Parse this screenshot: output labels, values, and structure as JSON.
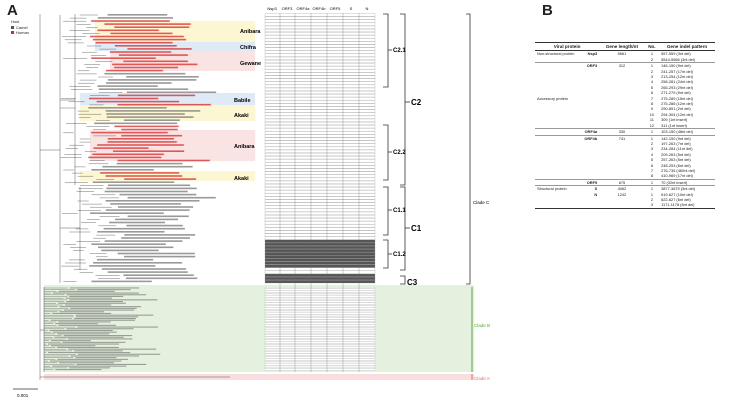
{
  "panels": {
    "a": "A",
    "b": "B"
  },
  "legend": {
    "title": "Host",
    "items": [
      {
        "label": "Camel",
        "color": "#555555"
      },
      {
        "label": "Human",
        "color": "#d62828"
      }
    ]
  },
  "gene_columns": [
    "Nsp3",
    "ORF3",
    "ORF4a",
    "ORF4b",
    "ORF5",
    "S",
    "N"
  ],
  "bracket_labels": {
    "c2": "C2",
    "c2_1": "C2.1",
    "c2_2": "C2.2",
    "c1": "C1",
    "c1_1": "C1.1",
    "c1_2": "C1.2",
    "c3": "C3",
    "clade_c": "Clade C",
    "clade_b": "Clade B",
    "clade_a": "Clade A"
  },
  "region_labels": {
    "anibara_1": "Anibara",
    "chifra": "Chifra",
    "gewane": "Gewane",
    "babile": "Babile",
    "akaki_1": "Akaki",
    "anibara_2": "Anibara",
    "akaki_2": "Akaki"
  },
  "scale_bar": "0.001",
  "table": {
    "headers": [
      "Viral protein",
      "Gene length/nt",
      "No.",
      "Gene indel pattern"
    ],
    "rows": [
      {
        "group": "Non-structural protein",
        "protein": "Nsp3",
        "length": "5661",
        "no": "1",
        "pattern": "557-559 (3nt del)"
      },
      {
        "group": "",
        "protein": "",
        "length": "",
        "no": "2",
        "pattern": "5544-5566 (3nt del)"
      },
      {
        "group": "",
        "protein": "ORF3",
        "length": "312",
        "no": "1",
        "pattern": "146-150 (9nt del)"
      },
      {
        "group": "",
        "protein": "",
        "length": "",
        "no": "2",
        "pattern": "241-257 (17nt del)"
      },
      {
        "group": "",
        "protein": "",
        "length": "",
        "no": "3",
        "pattern": "213-254 (12nt del)"
      },
      {
        "group": "",
        "protein": "",
        "length": "",
        "no": "4",
        "pattern": "258-281 (24nt del)"
      },
      {
        "group": "",
        "protein": "",
        "length": "",
        "no": "5",
        "pattern": "265-293 (29nt del)"
      },
      {
        "group": "",
        "protein": "",
        "length": "",
        "no": "6",
        "pattern": "271-279 (9nt del)"
      },
      {
        "group": "Accessory protein",
        "protein": "",
        "length": "",
        "no": "7",
        "pattern": "275-289 (15nt del)"
      },
      {
        "group": "",
        "protein": "",
        "length": "",
        "no": "8",
        "pattern": "275-286 (12nt del)"
      },
      {
        "group": "",
        "protein": "",
        "length": "",
        "no": "9",
        "pattern": "290-891 (2nt del)"
      },
      {
        "group": "",
        "protein": "",
        "length": "",
        "no": "10",
        "pattern": "294-304 (12nt del)"
      },
      {
        "group": "",
        "protein": "",
        "length": "",
        "no": "11",
        "pattern": "309 (1nt insert)"
      },
      {
        "group": "",
        "protein": "",
        "length": "",
        "no": "12",
        "pattern": "311 (1nt insert)"
      },
      {
        "group": "",
        "protein": "ORF4a",
        "length": "330",
        "no": "1",
        "pattern": "103-150 (48nt del)"
      },
      {
        "group": "",
        "protein": "ORF4b",
        "length": "741",
        "no": "1",
        "pattern": "142-150 (9nt del)"
      },
      {
        "group": "",
        "protein": "",
        "length": "",
        "no": "2",
        "pattern": "197-263 (7nt del)"
      },
      {
        "group": "",
        "protein": "",
        "length": "",
        "no": "3",
        "pattern": "234-284 (11nt del)"
      },
      {
        "group": "",
        "protein": "",
        "length": "",
        "no": "4",
        "pattern": "209-263 (5nt del)"
      },
      {
        "group": "",
        "protein": "",
        "length": "",
        "no": "5",
        "pattern": "257-263 (5nt del)"
      },
      {
        "group": "",
        "protein": "",
        "length": "",
        "no": "6",
        "pattern": "248-253 (6nt del)"
      },
      {
        "group": "",
        "protein": "",
        "length": "",
        "no": "7",
        "pattern": "276-735 (460nt del)"
      },
      {
        "group": "",
        "protein": "",
        "length": "",
        "no": "8",
        "pattern": "410-969 (17nt del)"
      },
      {
        "group": "",
        "protein": "ORF5",
        "length": "675",
        "no": "1",
        "pattern": "70 (32nt insert)"
      },
      {
        "group": "Structural protein",
        "protein": "S",
        "length": "4062",
        "no": "1",
        "pattern": "3877-3879 (3nt del)"
      },
      {
        "group": "",
        "protein": "N",
        "length": "1242",
        "no": "1",
        "pattern": "619-627 (10nt del)"
      },
      {
        "group": "",
        "protein": "",
        "length": "",
        "no": "2",
        "pattern": "622-627 (6nt del)"
      },
      {
        "group": "",
        "protein": "",
        "length": "",
        "no": "3",
        "pattern": "1171-1176 (6nt del)"
      }
    ]
  },
  "colors": {
    "human_taxa": "#d62828",
    "camel_taxa": "#555555",
    "branch": "#333333",
    "clade_b_bg": "#e4f1de",
    "clade_a_bg": "#f8dede",
    "yellow_bg": "#fdf6d3",
    "blue_bg": "#dfeaf7",
    "pink_bg": "#fae3e3",
    "clade_b_line": "#5aa832",
    "clade_a_line": "#e07070"
  }
}
